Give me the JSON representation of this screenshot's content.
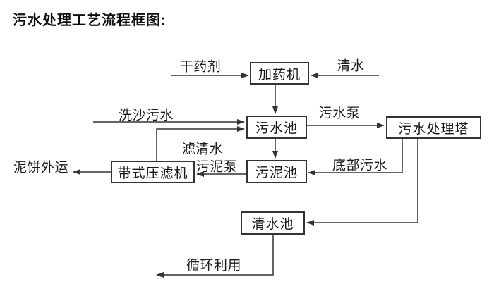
{
  "title": "污水处理工艺流程框图:",
  "colors": {
    "line": "#333333",
    "text": "#1c1c1c",
    "box_border": "#333333",
    "background": "#ffffff"
  },
  "diagram": {
    "type": "process-flowchart",
    "nodes": [
      {
        "id": "dosing-machine",
        "label": "加药机"
      },
      {
        "id": "sewage-pool",
        "label": "污水池"
      },
      {
        "id": "sewage-treatment-tower",
        "label": "污水处理塔"
      },
      {
        "id": "sludge-pool",
        "label": "污泥池"
      },
      {
        "id": "belt-filter-press",
        "label": "带式压滤机"
      },
      {
        "id": "clear-water-pool",
        "label": "清水池"
      }
    ],
    "flow_labels": [
      {
        "id": "dry-agent",
        "label": "干药剂"
      },
      {
        "id": "clear-water",
        "label": "清水"
      },
      {
        "id": "sand-washing-sewage",
        "label": "洗沙污水"
      },
      {
        "id": "filtered-clear-water",
        "label": "滤清水"
      },
      {
        "id": "sewage-pump",
        "label": "污水泵"
      },
      {
        "id": "bottom-sewage",
        "label": "底部污水"
      },
      {
        "id": "sludge-pump",
        "label": "污泥泵"
      },
      {
        "id": "mud-cake-outbound",
        "label": "泥饼外运"
      },
      {
        "id": "recycled-use",
        "label": "循环利用"
      }
    ],
    "edges": [
      {
        "from": "干药剂",
        "to": "加药机",
        "label": "干药剂"
      },
      {
        "from": "清水",
        "to": "加药机",
        "label": "清水"
      },
      {
        "from": "加药机",
        "to": "污水池",
        "label": ""
      },
      {
        "from": "洗沙污水",
        "to": "污水池",
        "label": "洗沙污水"
      },
      {
        "from": "带式压滤机",
        "to": "污水池",
        "label": "滤清水"
      },
      {
        "from": "污水池",
        "to": "污水处理塔",
        "label": "污水泵"
      },
      {
        "from": "污水池",
        "to": "污泥池",
        "label": ""
      },
      {
        "from": "污水处理塔",
        "to": "污泥池",
        "label": "底部污水"
      },
      {
        "from": "污泥池",
        "to": "带式压滤机",
        "label": "污泥泵"
      },
      {
        "from": "带式压滤机",
        "to": "泥饼外运",
        "label": "泥饼外运"
      },
      {
        "from": "污水处理塔",
        "to": "清水池",
        "label": ""
      },
      {
        "from": "清水池",
        "to": "循环利用",
        "label": "循环利用"
      }
    ]
  }
}
